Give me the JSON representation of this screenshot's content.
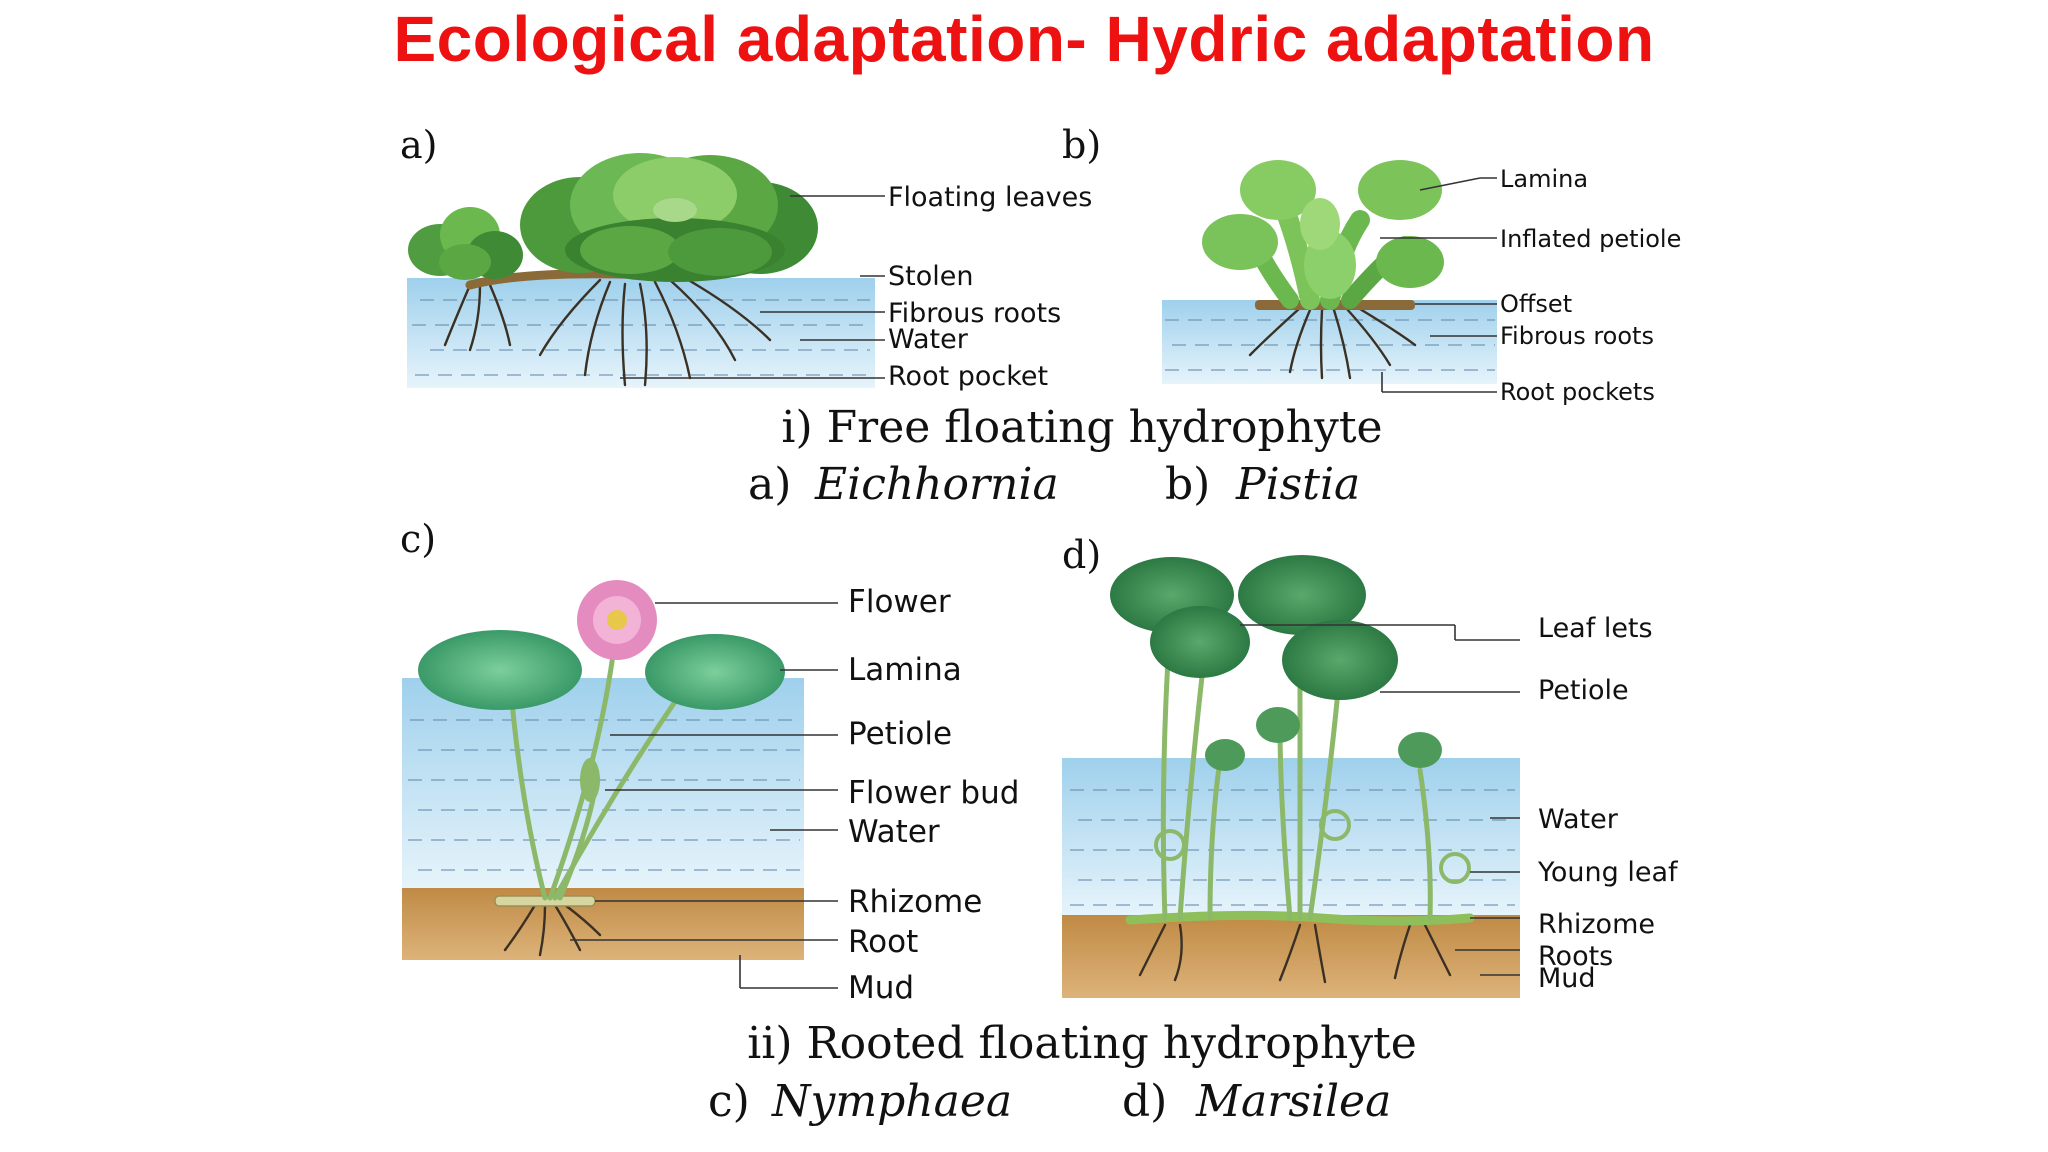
{
  "title": "Ecological adaptation- Hydric adaptation",
  "panels": {
    "a": {
      "letter": "a)",
      "labels": [
        "Floating leaves",
        "Stolen",
        "Fibrous roots",
        "Water",
        "Root pocket"
      ]
    },
    "b": {
      "letter": "b)",
      "labels": [
        "Lamina",
        "Inflated petiole",
        "Offset",
        "Fibrous roots",
        "Root pockets"
      ]
    },
    "c": {
      "letter": "c)",
      "labels": [
        "Flower",
        "Lamina",
        "Petiole",
        "Flower bud",
        "Water",
        "Rhizome",
        "Root",
        "Mud"
      ]
    },
    "d": {
      "letter": "d)",
      "labels": [
        "Leaf lets",
        "Petiole",
        "Water",
        "Young leaf",
        "Rhizome",
        "Roots",
        "Mud"
      ]
    }
  },
  "captions": {
    "free_floating": {
      "title": "i) Free floating hydrophyte",
      "prefix_a": "a)",
      "species_a": "Eichhornia",
      "prefix_b": "b)",
      "species_b": "Pistia"
    },
    "rooted_floating": {
      "title": "ii) Rooted floating hydrophyte",
      "prefix_c": "c)",
      "species_c": "Nymphaea",
      "prefix_d": "d)",
      "species_d": "Marsilea"
    }
  },
  "colors": {
    "title": "#ee1111",
    "water": "#bfe0f0",
    "mud": "#c9954f",
    "leaf": "#3e9f55",
    "flower": "#e48bbf"
  }
}
